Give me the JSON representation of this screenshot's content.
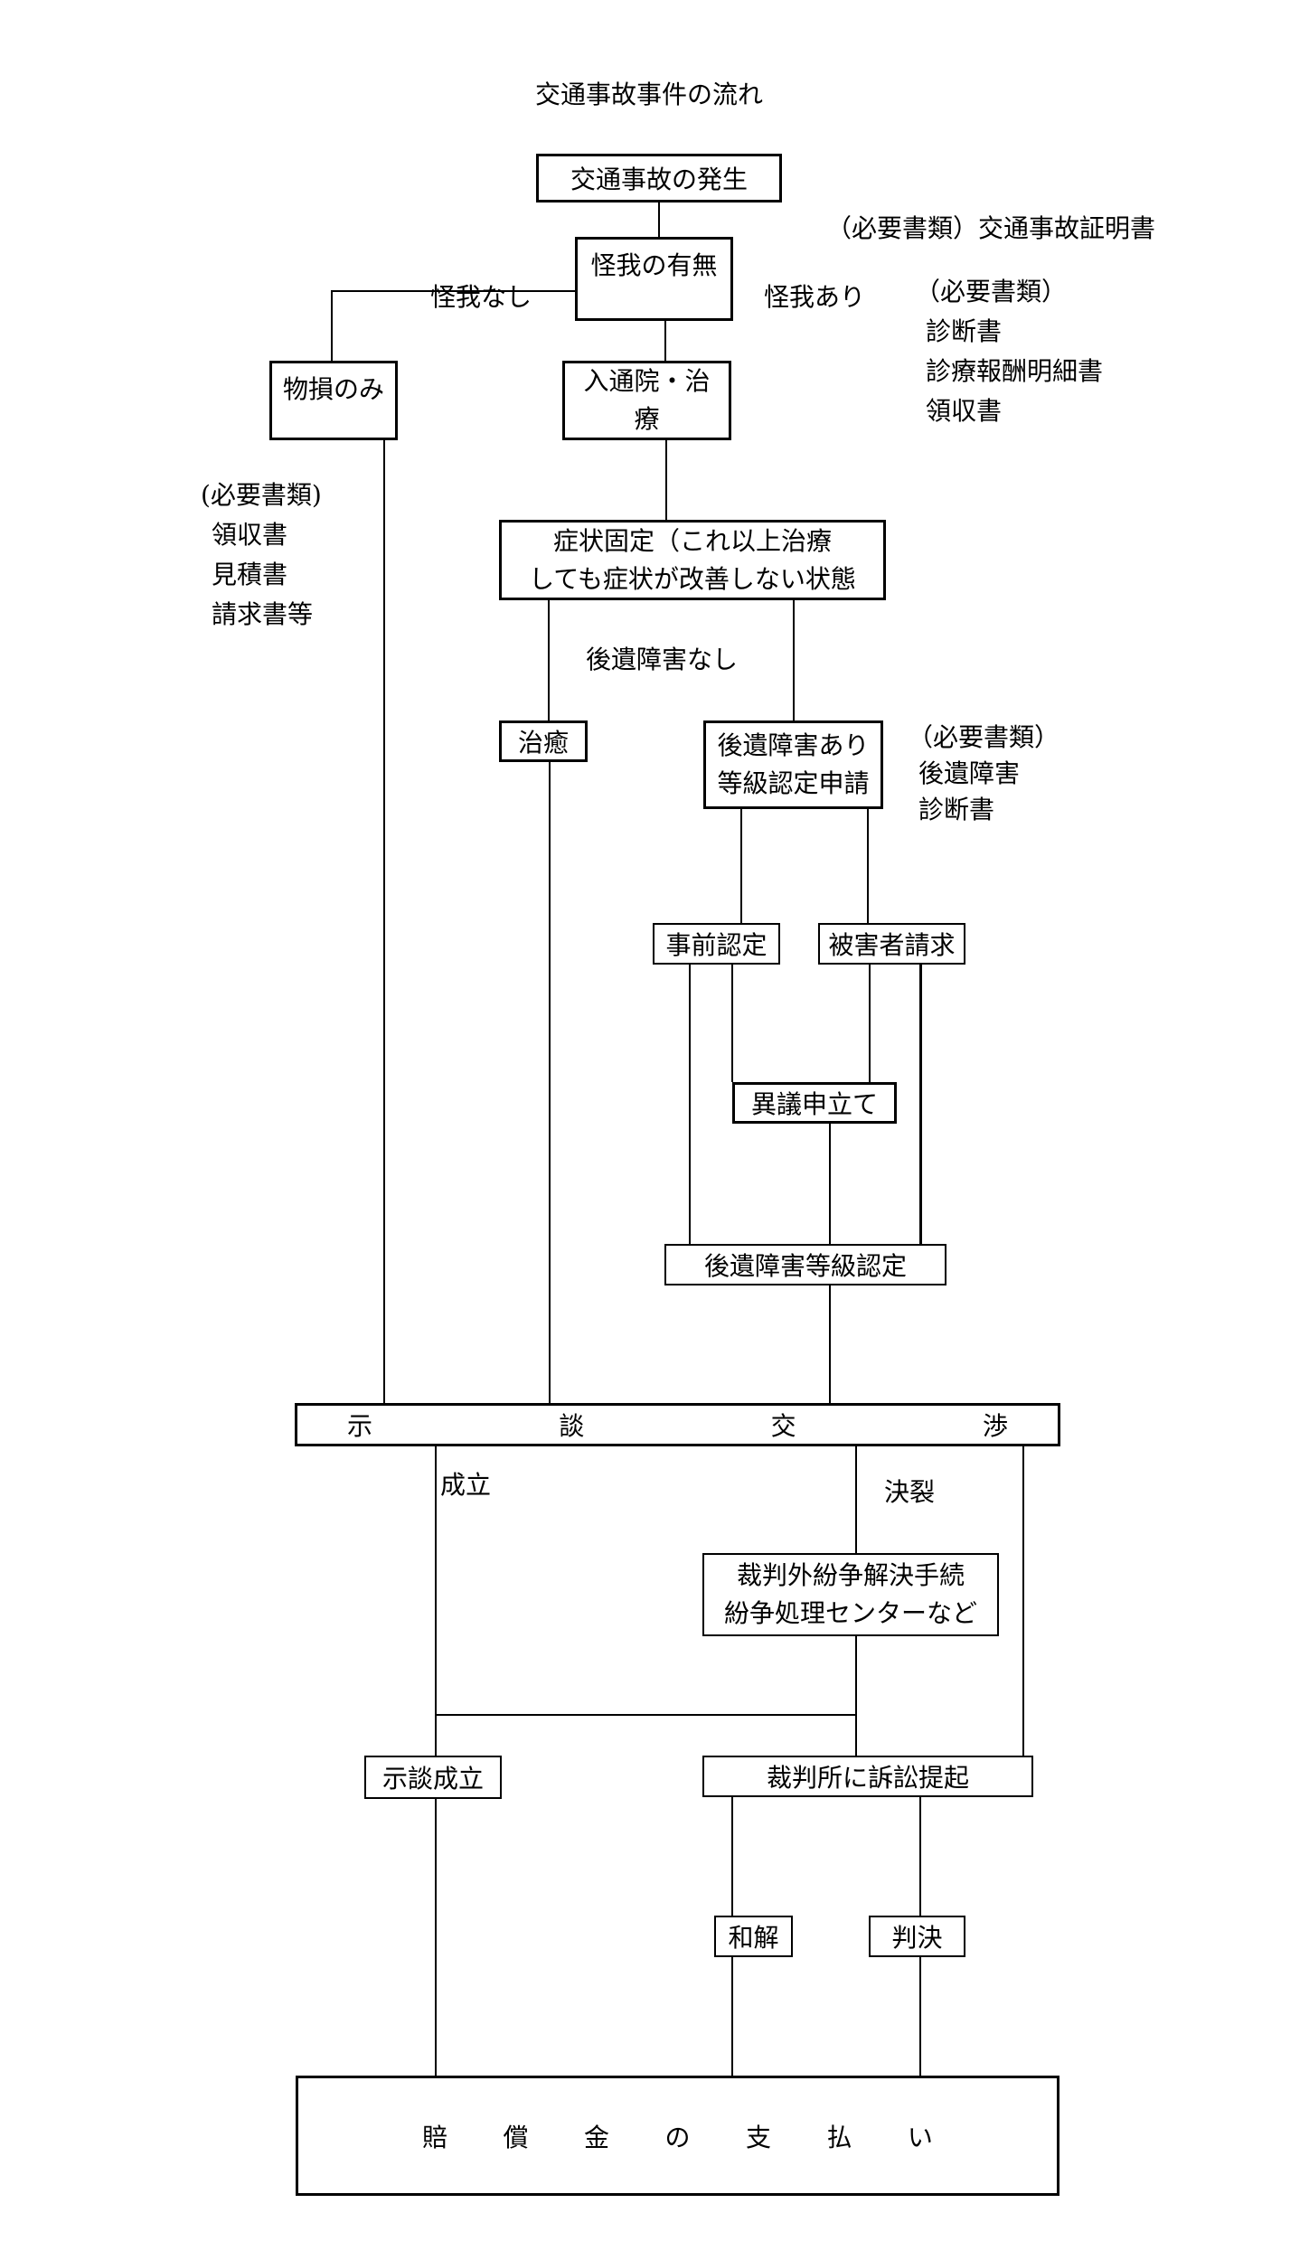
{
  "title": "交通事故事件の流れ",
  "nodes": {
    "occurrence": {
      "label": "交通事故の発生"
    },
    "injury_check": {
      "label": "怪我の有無"
    },
    "property_only": {
      "label": "物損のみ"
    },
    "hospital": {
      "lines": [
        "入通院・治",
        "療"
      ]
    },
    "symptom_fixed": {
      "lines": [
        "症状固定（これ以上治療",
        "しても症状が改善しない状態"
      ]
    },
    "cure": {
      "label": "治癒"
    },
    "disability": {
      "lines": [
        "後遺障害あり",
        "等級認定申請"
      ]
    },
    "prior_cert": {
      "label": "事前認定"
    },
    "victim_claim": {
      "label": "被害者請求"
    },
    "objection": {
      "label": "異議申立て"
    },
    "grade_cert": {
      "label": "後遺障害等級認定"
    },
    "negotiation": {
      "chars": [
        "示",
        "談",
        "交",
        "渉"
      ]
    },
    "adr": {
      "lines": [
        "裁判外紛争解決手続",
        "紛争処理センターなど"
      ]
    },
    "settlement": {
      "label": "示談成立"
    },
    "lawsuit": {
      "label": "裁判所に訴訟提起"
    },
    "compromise": {
      "label": "和解"
    },
    "judgment": {
      "label": "判決"
    },
    "payment": {
      "chars": [
        "賠",
        "償",
        "金",
        "の",
        "支",
        "払",
        "い"
      ]
    }
  },
  "edge_labels": {
    "no_injury": "怪我なし",
    "injury": "怪我あり",
    "no_disability": "後遺障害なし",
    "agreement": "成立",
    "breakdown": "決裂"
  },
  "annotations": {
    "top_docs": "（必要書類）交通事故証明書",
    "injury_docs": {
      "header": "（必要書類）",
      "items": [
        "診断書",
        "診療報酬明細書",
        "領収書"
      ]
    },
    "property_docs": {
      "header": "(必要書類)",
      "items": [
        "領収書",
        "見積書",
        "請求書等"
      ]
    },
    "disability_docs": {
      "header": "（必要書類）",
      "items": [
        "後遺障害",
        "診断書"
      ]
    }
  },
  "colors": {
    "background": "#ffffff",
    "line": "#000000",
    "text": "#000000"
  }
}
